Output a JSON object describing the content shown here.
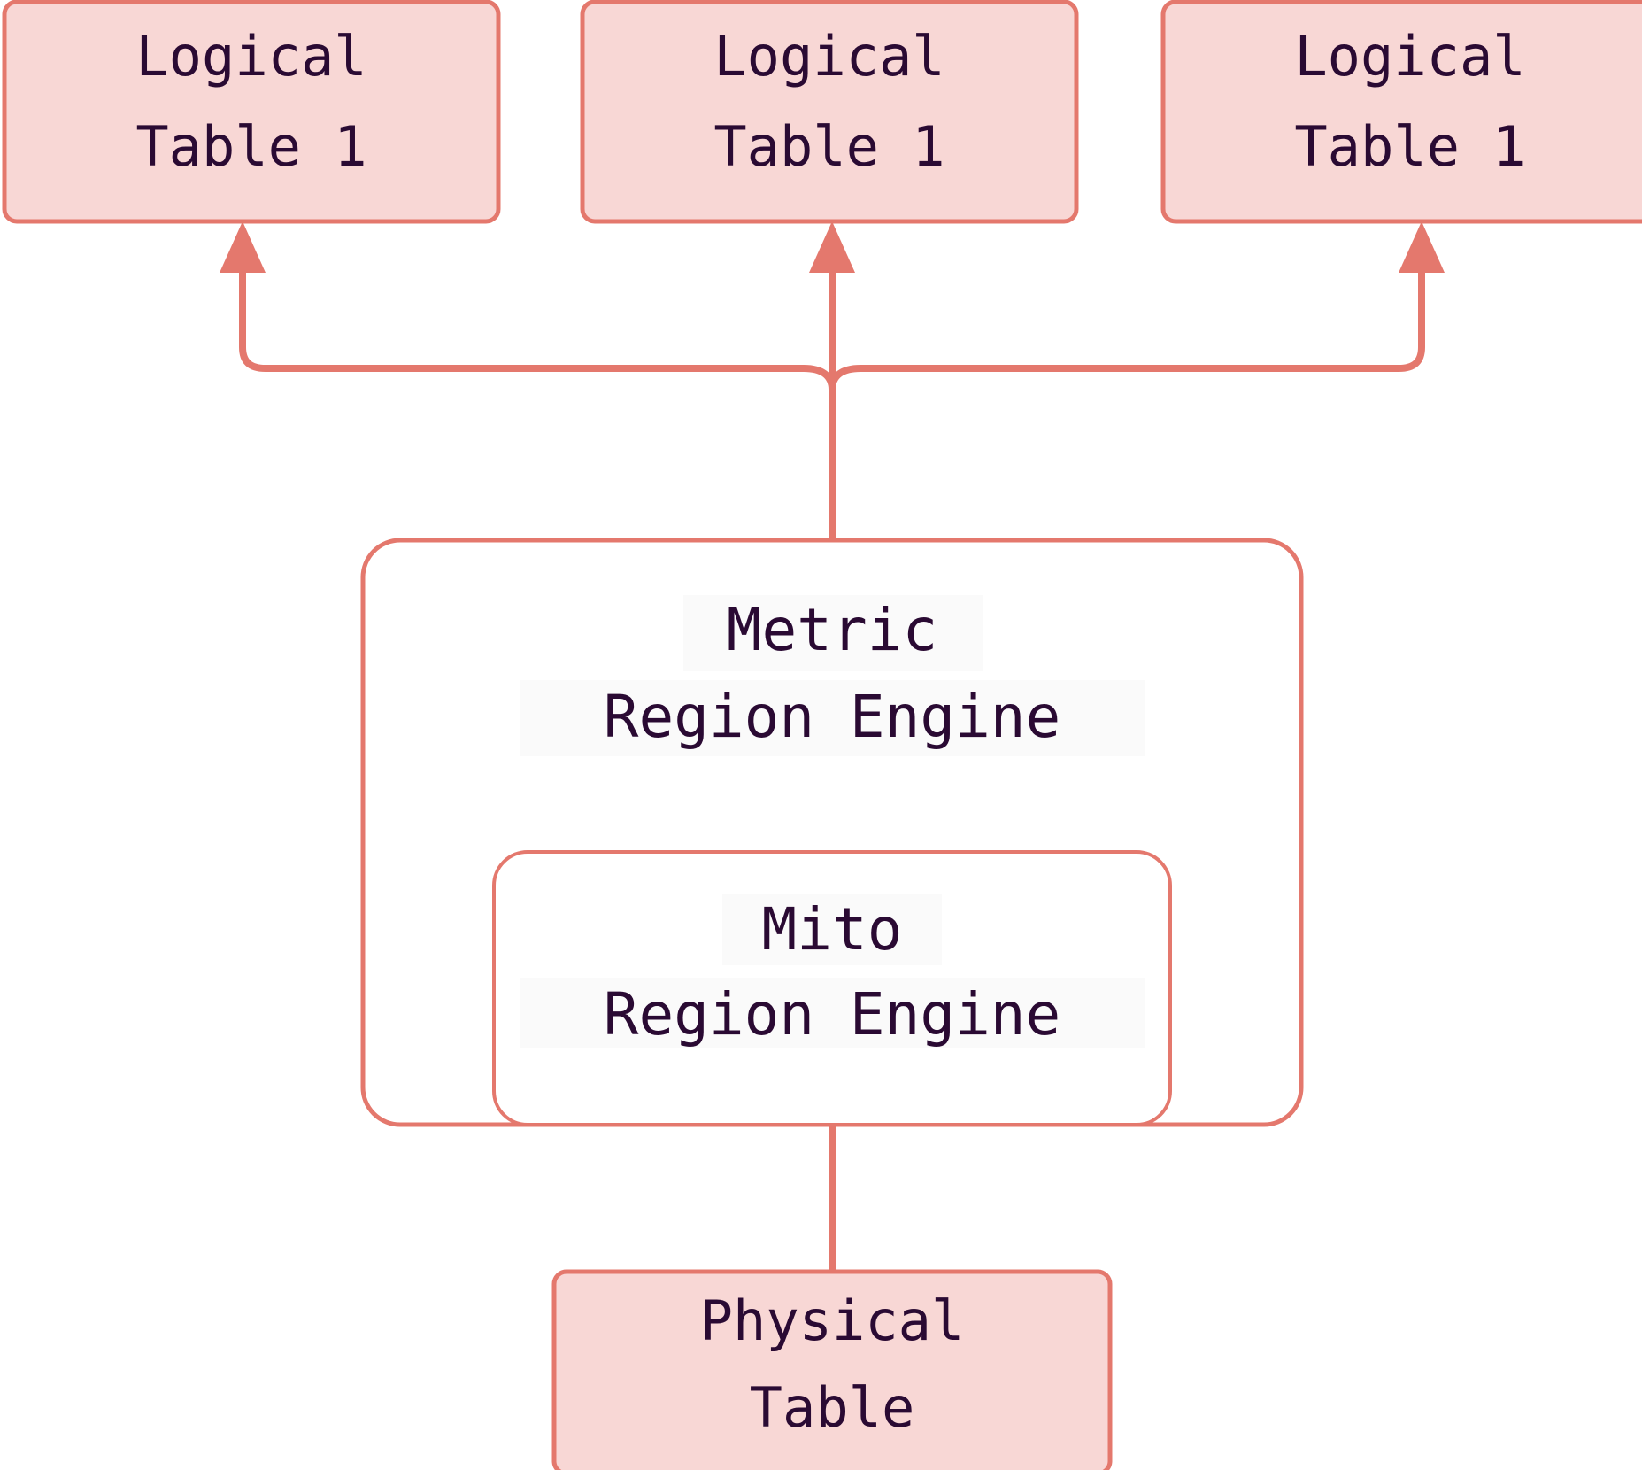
{
  "diagram": {
    "title": "Region Engine layering",
    "colors": {
      "node_fill": "#f8d7d5",
      "node_stroke": "#e4786d",
      "edge": "#e4786d",
      "text": "#2a0a33",
      "canvas": "#ffffff",
      "label_highlight": "#fafafa"
    },
    "nodes": [
      {
        "id": "logical-table-1",
        "line1": "Logical",
        "line2": "Table 1",
        "style": "filled"
      },
      {
        "id": "logical-table-2",
        "line1": "Logical",
        "line2": "Table 1",
        "style": "filled"
      },
      {
        "id": "logical-table-3",
        "line1": "Logical",
        "line2": "Table 1",
        "style": "filled"
      },
      {
        "id": "metric-region-engine",
        "line1": "Metric",
        "line2": "Region Engine",
        "style": "outline"
      },
      {
        "id": "mito-region-engine",
        "line1": "Mito",
        "line2": "Region Engine",
        "style": "outline"
      },
      {
        "id": "physical-table",
        "line1": "Physical",
        "line2": "Table",
        "style": "filled"
      }
    ],
    "edges": [
      {
        "id": "edge-metric-to-logical-1",
        "from": "metric-region-engine",
        "to": "logical-table-1",
        "arrow": "up"
      },
      {
        "id": "edge-metric-to-logical-2",
        "from": "metric-region-engine",
        "to": "logical-table-2",
        "arrow": "up"
      },
      {
        "id": "edge-metric-to-logical-3",
        "from": "metric-region-engine",
        "to": "logical-table-3",
        "arrow": "up"
      },
      {
        "id": "edge-physical-to-mito",
        "from": "physical-table",
        "to": "mito-region-engine",
        "arrow": "up"
      }
    ]
  }
}
